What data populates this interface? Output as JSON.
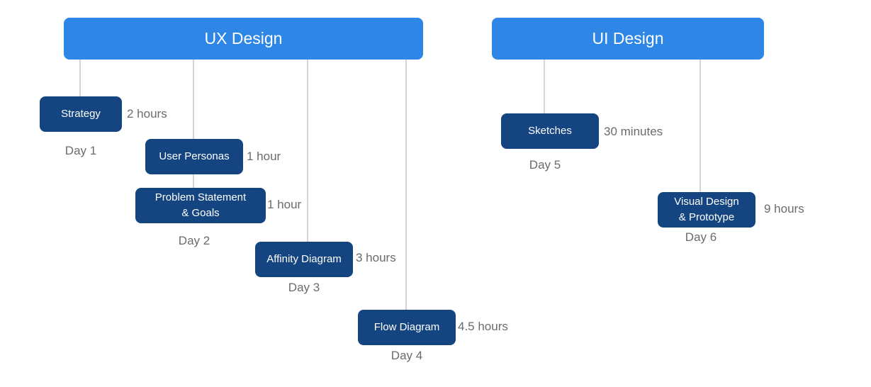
{
  "headers": {
    "ux": "UX Design",
    "ui": "UI Design"
  },
  "tasks": {
    "strategy": {
      "label": "Strategy",
      "duration": "2 hours"
    },
    "user_personas": {
      "label": "User Personas",
      "duration": "1 hour"
    },
    "problem_statement": {
      "label": "Problem Statement\n& Goals",
      "duration": "1 hour"
    },
    "affinity_diagram": {
      "label": "Affinity Diagram",
      "duration": "3 hours"
    },
    "flow_diagram": {
      "label": "Flow Diagram",
      "duration": "4.5 hours"
    },
    "sketches": {
      "label": "Sketches",
      "duration": "30 minutes"
    },
    "visual_design": {
      "label": "Visual Design\n& Prototype",
      "duration": "9 hours"
    }
  },
  "days": {
    "day1": "Day 1",
    "day2": "Day 2",
    "day3": "Day 3",
    "day4": "Day 4",
    "day5": "Day 5",
    "day6": "Day 6"
  },
  "colors": {
    "header": "#2e86e6",
    "node": "#154580",
    "connector": "#d4d4d8",
    "muted_text": "#6b6b6b"
  }
}
